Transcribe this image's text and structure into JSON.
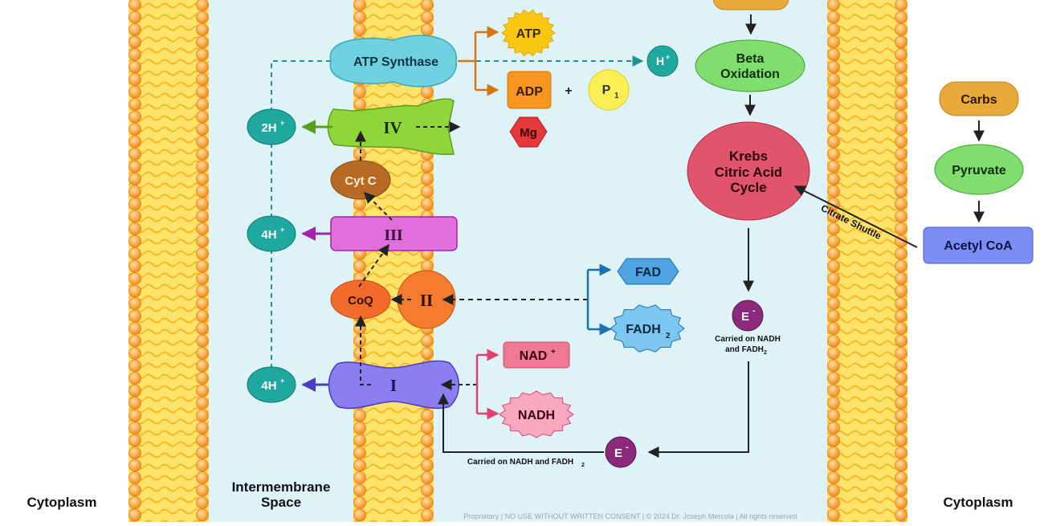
{
  "diagram": {
    "regions": {
      "cytoplasm_left": "Cytoplasm",
      "cytoplasm_right": "Cytoplasm",
      "intermembrane_line1": "Intermembrane",
      "intermembrane_line2": "Space"
    },
    "complexes": {
      "atp_synthase": "ATP Synthase",
      "complex_i": "I",
      "complex_ii": "II",
      "complex_iii": "III",
      "complex_iv": "IV",
      "coq": "CoQ",
      "cyt_c": "Cyt C"
    },
    "protons": {
      "h_plus": "H",
      "h_sup": "+",
      "two_h": "2H",
      "four_h_a": "4H",
      "four_h_b": "4H",
      "sup": "+"
    },
    "molecules": {
      "atp": "ATP",
      "adp": "ADP",
      "plus": "+",
      "pi": "P",
      "pi_sub": "1",
      "mg": "Mg",
      "fad": "FAD",
      "fadh2": "FADH",
      "fadh2_sub": "2",
      "nad": "NAD",
      "nad_sup": "+",
      "nadh": "NADH"
    },
    "pathway": {
      "beta_line1": "Beta",
      "beta_line2": "Oxidation",
      "krebs_line1": "Krebs",
      "krebs_line2": "Citric Acid",
      "krebs_line3": "Cycle",
      "carbs": "Carbs",
      "pyruvate": "Pyruvate",
      "acetyl_coa": "Acetyl CoA",
      "citrate_shuttle": "Citrate Shuttle"
    },
    "electrons": {
      "e": "E",
      "e_sup": "-",
      "carried_a_line1": "Carried on NADH",
      "carried_a_line2": "and FADH",
      "carried_a_sub": "2",
      "carried_b": "Carried on NADH and FADH",
      "carried_b_sub": "2"
    },
    "footer": "Proprietary | NO USE WITHOUT WRITTEN CONSENT | © 2024 Dr. Joseph Mercola | All rights reserved"
  }
}
